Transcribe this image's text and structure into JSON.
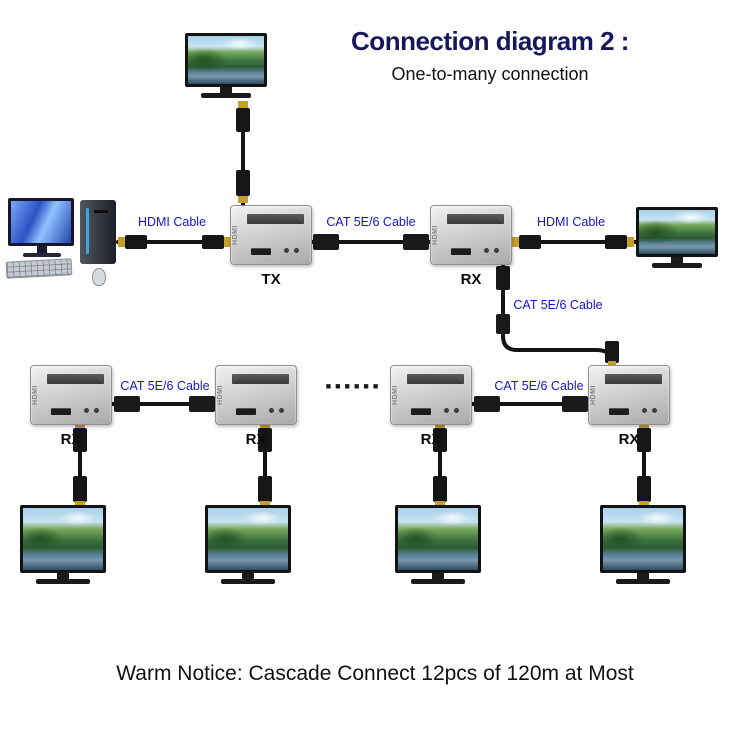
{
  "header": {
    "title": "Connection diagram 2 :",
    "subtitle": "One-to-many connection"
  },
  "notice": "Warm Notice: Cascade Connect 12pcs of 120m at Most",
  "cable_labels": {
    "pc_to_tx": "HDMI Cable",
    "tx_to_rx": "CAT 5E/6 Cable",
    "rx_to_tv": "HDMI Cable",
    "cascade_drop": "CAT 5E/6 Cable",
    "row2_left": "CAT 5E/6 Cable",
    "row2_right": "CAT 5E/6 Cable"
  },
  "extenders": [
    {
      "label": "TX",
      "badge": "HDMI"
    },
    {
      "label": "RX",
      "badge": "HDMI"
    },
    {
      "label": "RX",
      "badge": "HDMI"
    },
    {
      "label": "RX",
      "badge": "HDMI"
    },
    {
      "label": "RX",
      "badge": "HDMI"
    },
    {
      "label": "RX",
      "badge": "HDMI"
    }
  ],
  "ellipsis_dots": "■■■■■■",
  "colors": {
    "label_blue": "#1515cc",
    "title_navy": "#17175e",
    "cable_black": "#141414",
    "connector_gold": "#c79e2c",
    "device_gray": "#c9c9c9"
  }
}
